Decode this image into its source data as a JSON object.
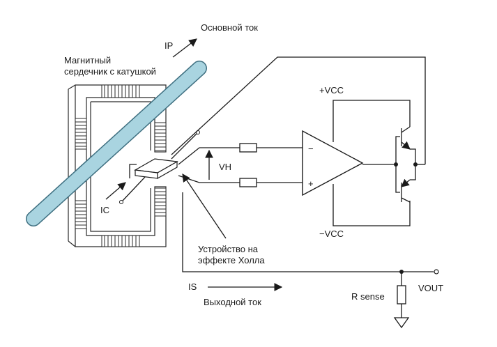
{
  "labels": {
    "main_current_dir": "IP",
    "main_current": "Основной ток",
    "core_line1": "Магнитный",
    "core_line2": "сердечник с катушкой",
    "supply_pos": "+VCC",
    "supply_neg": "−VCC",
    "hall_voltage": "VH",
    "control_current": "IC",
    "hall_line1": "Устройство на",
    "hall_line2": "эффекте Холла",
    "output_current_dir": "IS",
    "output_current": "Выходной ток",
    "sense_resistor": "R sense",
    "output_voltage": "VOUT",
    "opamp_minus": "−",
    "opamp_plus": "+"
  },
  "colors": {
    "conductor_fill": "#a9d4e0",
    "conductor_stroke": "#3e6f80",
    "line": "#1a1a1a"
  }
}
